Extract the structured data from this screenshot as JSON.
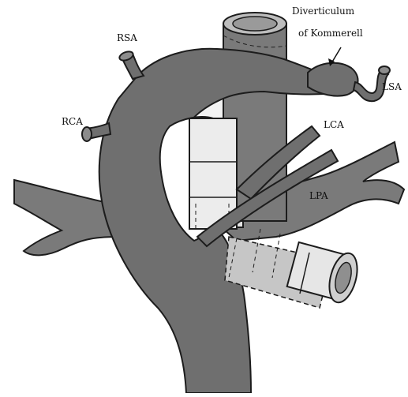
{
  "figure": {
    "title_line1": "Diverticulum",
    "title_line2": "of Kommerell",
    "labels": {
      "rsa": "RSA",
      "rca": "RCA",
      "lsa": "LSA",
      "lca": "LCA",
      "lpa": "LPA"
    }
  },
  "colors": {
    "vessel": "#6f6f6f",
    "vessel_dark": "#4a4a4a",
    "outline": "#1c1c1c",
    "tube_light": "#e9e9e9",
    "tube_mid": "#bdbdbd",
    "tube_dark": "#8c8c8c",
    "background": "#ffffff"
  }
}
